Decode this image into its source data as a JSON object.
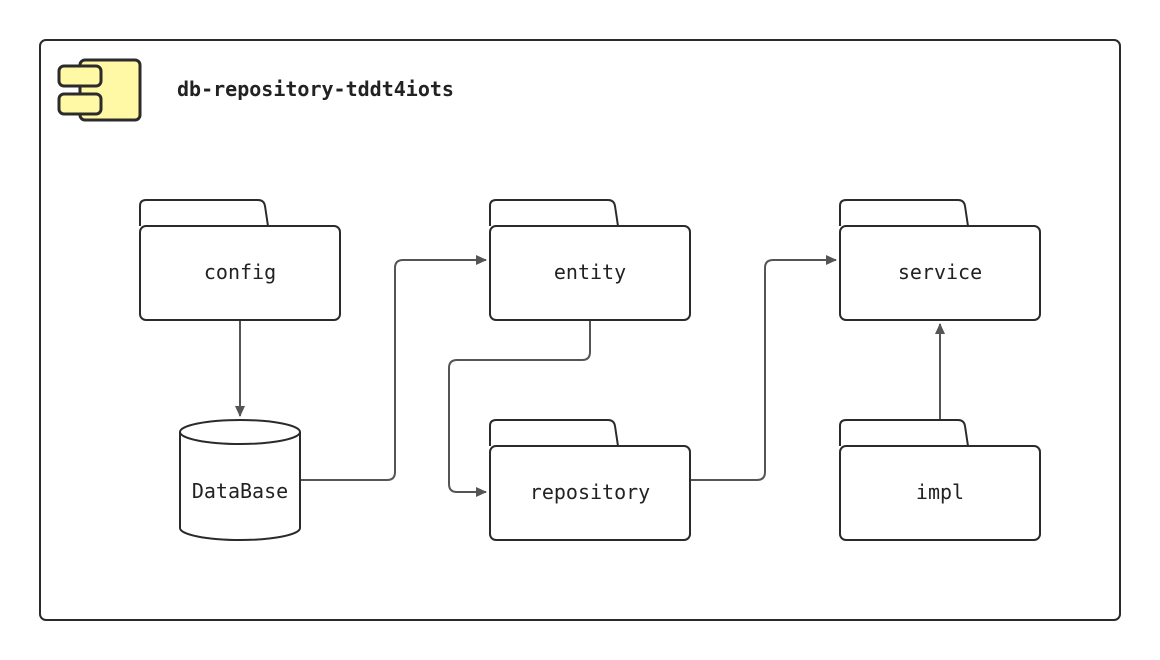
{
  "component": {
    "title": "db-repository-tddt4iots",
    "icon": "component-icon",
    "icon_color": "#fff9a6"
  },
  "nodes": {
    "config": {
      "label": "config",
      "kind": "package"
    },
    "entity": {
      "label": "entity",
      "kind": "package"
    },
    "service": {
      "label": "service",
      "kind": "package"
    },
    "database": {
      "label": "DataBase",
      "kind": "database"
    },
    "repository": {
      "label": "repository",
      "kind": "package"
    },
    "impl": {
      "label": "impl",
      "kind": "package"
    }
  },
  "edges": [
    {
      "from": "config",
      "to": "database"
    },
    {
      "from": "database",
      "to": "entity"
    },
    {
      "from": "entity",
      "to": "repository"
    },
    {
      "from": "repository",
      "to": "service"
    },
    {
      "from": "impl",
      "to": "service"
    }
  ],
  "colors": {
    "stroke": "#2b2b2b",
    "edge": "#555555",
    "icon_fill": "#fff9a6"
  }
}
